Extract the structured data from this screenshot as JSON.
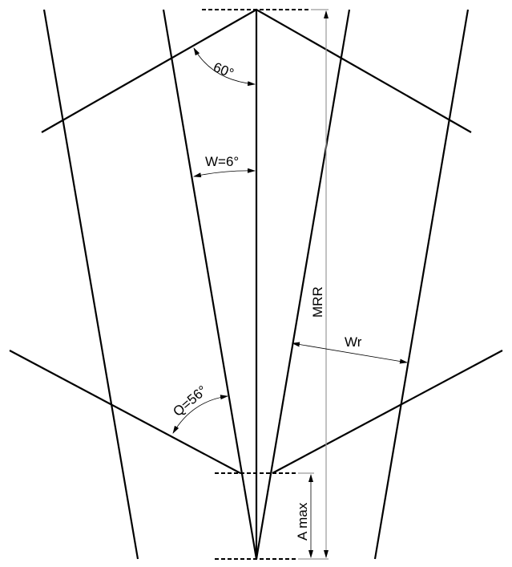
{
  "labels": {
    "apex_angle": "60°",
    "w_angle": "W=6°",
    "q_angle": "Q=56°",
    "mrr": "MRR",
    "wr": "Wr",
    "a_max": "A max"
  },
  "colors": {
    "line": "#000000",
    "dimension": "#9a9a9a"
  }
}
